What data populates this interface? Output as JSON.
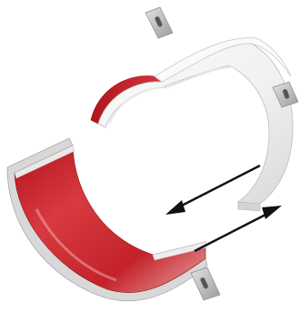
{
  "image": {
    "subject": "split-clamp-half-shells",
    "colors": {
      "background": "#ffffff",
      "shell_outer": "#f3f3f3",
      "shell_edge": "#c9c9c9",
      "liner_red": "#c9262d",
      "liner_dark": "#8e1217",
      "metal_tab": "#c4c4c4",
      "arrow": "#111111"
    },
    "parts": [
      {
        "name": "upper-half-shell",
        "icon": "half-shell-white"
      },
      {
        "name": "lower-half-shell",
        "icon": "half-shell-red-liner"
      },
      {
        "name": "mounting-tab-top",
        "icon": "slotted-tab"
      },
      {
        "name": "mounting-tab-right",
        "icon": "slotted-tab"
      },
      {
        "name": "mounting-tab-bottom",
        "icon": "slotted-tab"
      },
      {
        "name": "arrow-apart",
        "icon": "arrow-left-down"
      },
      {
        "name": "arrow-together",
        "icon": "arrow-right-up"
      }
    ]
  }
}
